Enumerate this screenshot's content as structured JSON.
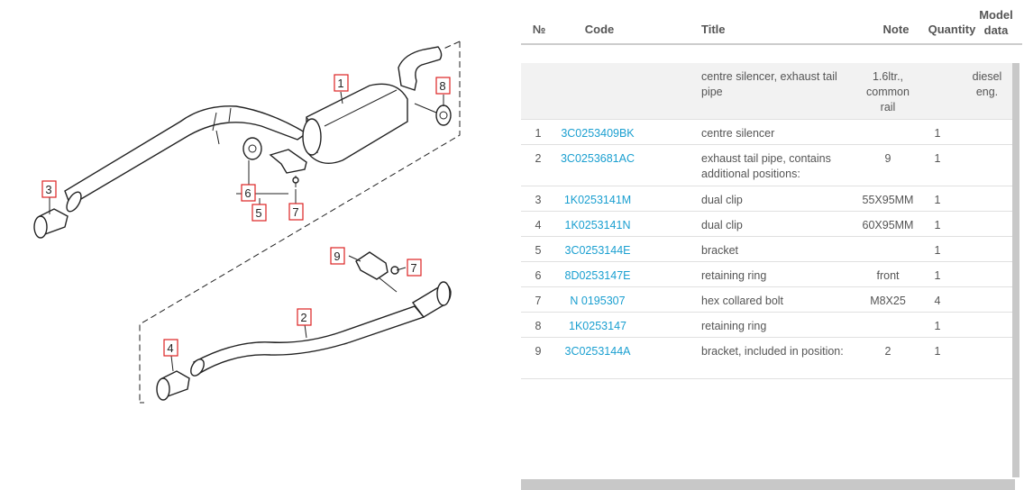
{
  "diagram": {
    "callouts": [
      "1",
      "2",
      "3",
      "4",
      "5",
      "6",
      "7",
      "7",
      "8",
      "9"
    ]
  },
  "table": {
    "headers": {
      "num": "№",
      "code": "Code",
      "title": "Title",
      "note": "Note",
      "quantity": "Quantity",
      "model": "Model data"
    },
    "group_row": {
      "title": "centre silencer, exhaust tail pipe",
      "note": "1.6ltr., common rail",
      "model": "diesel eng."
    },
    "rows": [
      {
        "num": "1",
        "code": "3C0253409BK",
        "title": "centre silencer",
        "note": "",
        "qty": "1"
      },
      {
        "num": "2",
        "code": "3C0253681AC",
        "title": "exhaust tail pipe, contains additional positions:",
        "note": "9",
        "qty": "1"
      },
      {
        "num": "3",
        "code": "1K0253141M",
        "title": "dual clip",
        "note": "55X95MM",
        "qty": "1"
      },
      {
        "num": "4",
        "code": "1K0253141N",
        "title": "dual clip",
        "note": "60X95MM",
        "qty": "1"
      },
      {
        "num": "5",
        "code": "3C0253144E",
        "title": "bracket",
        "note": "",
        "qty": "1"
      },
      {
        "num": "6",
        "code": "8D0253147E",
        "title": "retaining ring",
        "note": "front",
        "qty": "1"
      },
      {
        "num": "7",
        "code": "N 0195307",
        "title": "hex collared bolt",
        "note": "M8X25",
        "qty": "4"
      },
      {
        "num": "8",
        "code": "1K0253147",
        "title": "retaining ring",
        "note": "",
        "qty": "1"
      },
      {
        "num": "9",
        "code": "3C0253144A",
        "title": "bracket, included in position:",
        "note": "2",
        "qty": "1"
      }
    ]
  }
}
